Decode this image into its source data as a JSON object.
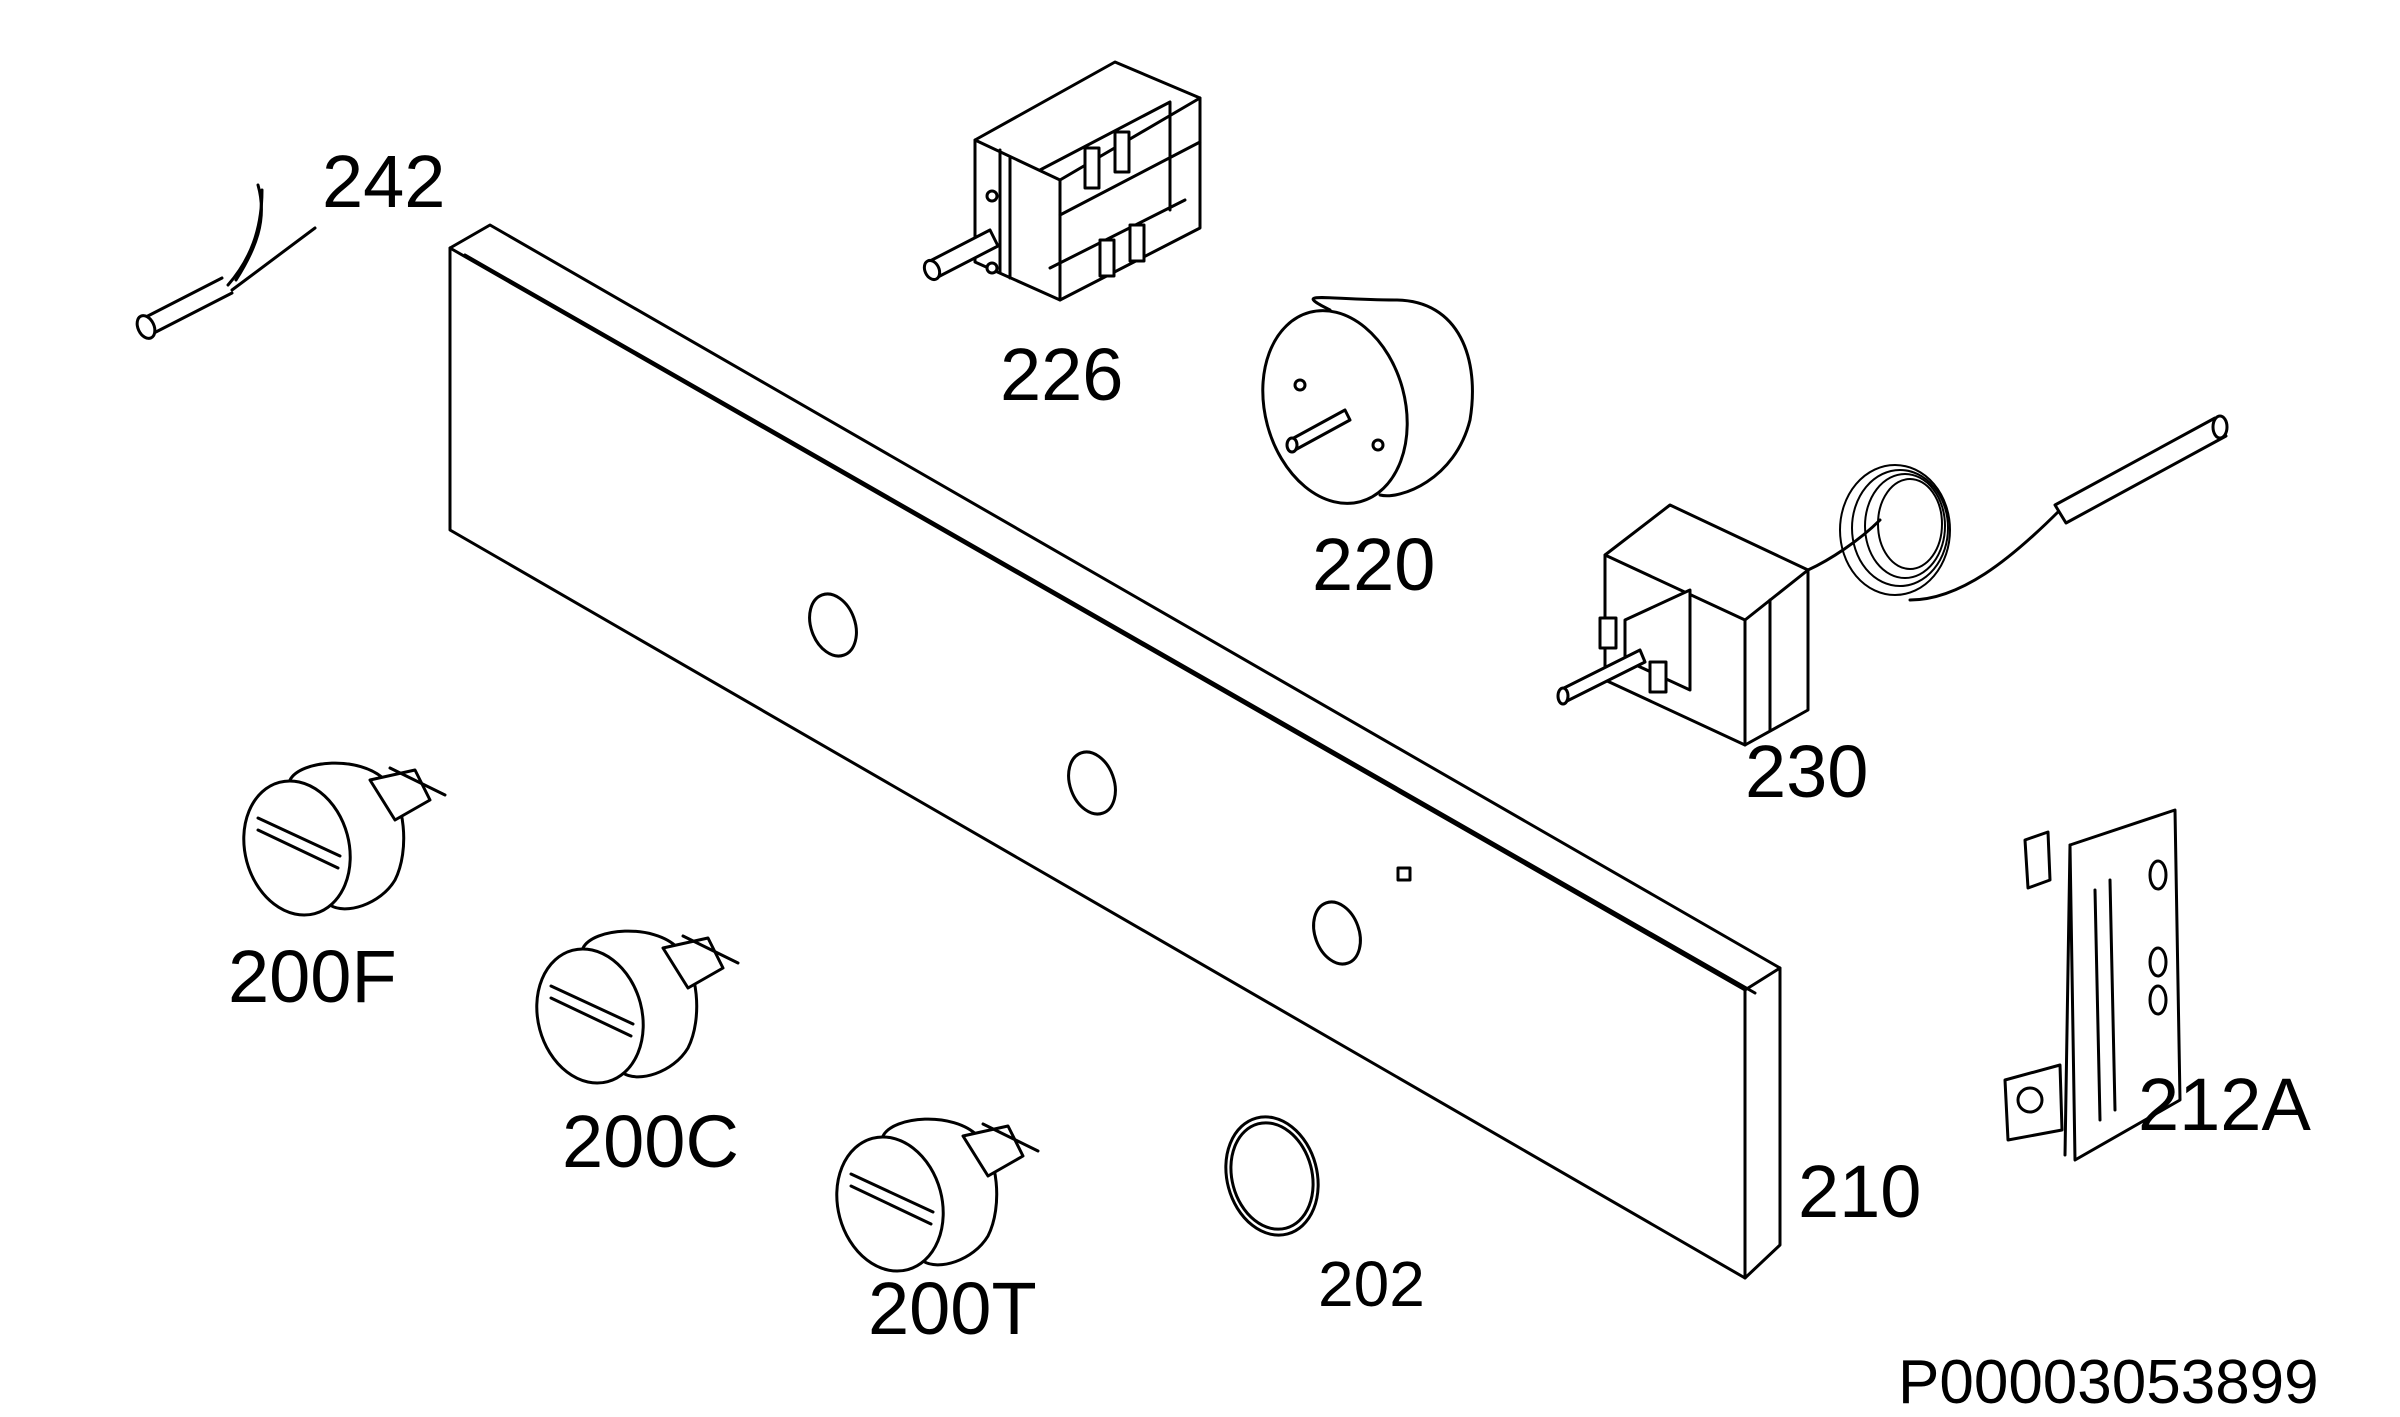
{
  "diagram": {
    "parts": [
      {
        "id": "p242",
        "label": "242"
      },
      {
        "id": "p226",
        "label": "226"
      },
      {
        "id": "p220",
        "label": "220"
      },
      {
        "id": "p230",
        "label": "230"
      },
      {
        "id": "p212A",
        "label": "212A"
      },
      {
        "id": "p210",
        "label": "210"
      },
      {
        "id": "p202",
        "label": "202"
      },
      {
        "id": "p200F",
        "label": "200F"
      },
      {
        "id": "p200C",
        "label": "200C"
      },
      {
        "id": "p200T",
        "label": "200T"
      }
    ],
    "drawing_code": "P00003053899"
  }
}
